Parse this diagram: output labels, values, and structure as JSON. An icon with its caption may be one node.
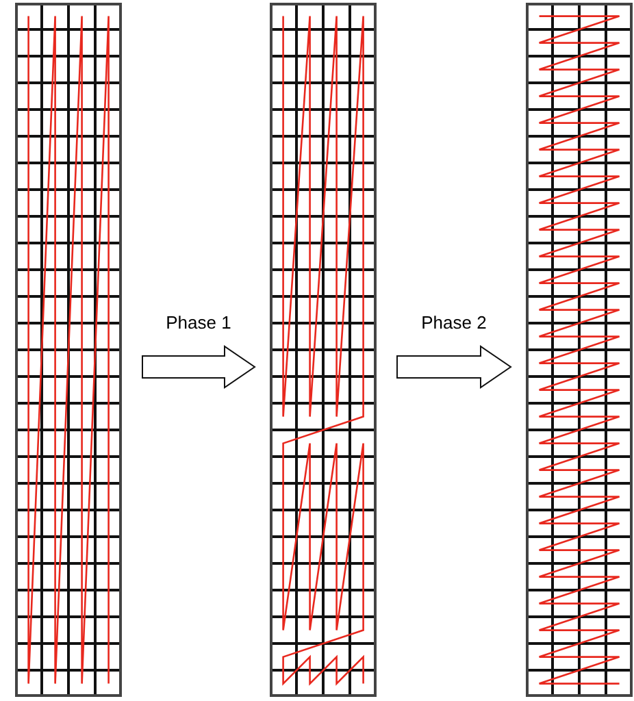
{
  "diagram": {
    "nodes": [
      {
        "text": [],
        "shape": "grid"
      },
      {
        "text": [],
        "shape": "grid"
      },
      {
        "text": [],
        "shape": "grid"
      }
    ],
    "edges": [
      {
        "from": 0,
        "to": 1,
        "arrow": "to",
        "label": "Phase 1"
      },
      {
        "from": 1,
        "to": 2,
        "arrow": "to",
        "label": "Phase 2"
      }
    ]
  }
}
